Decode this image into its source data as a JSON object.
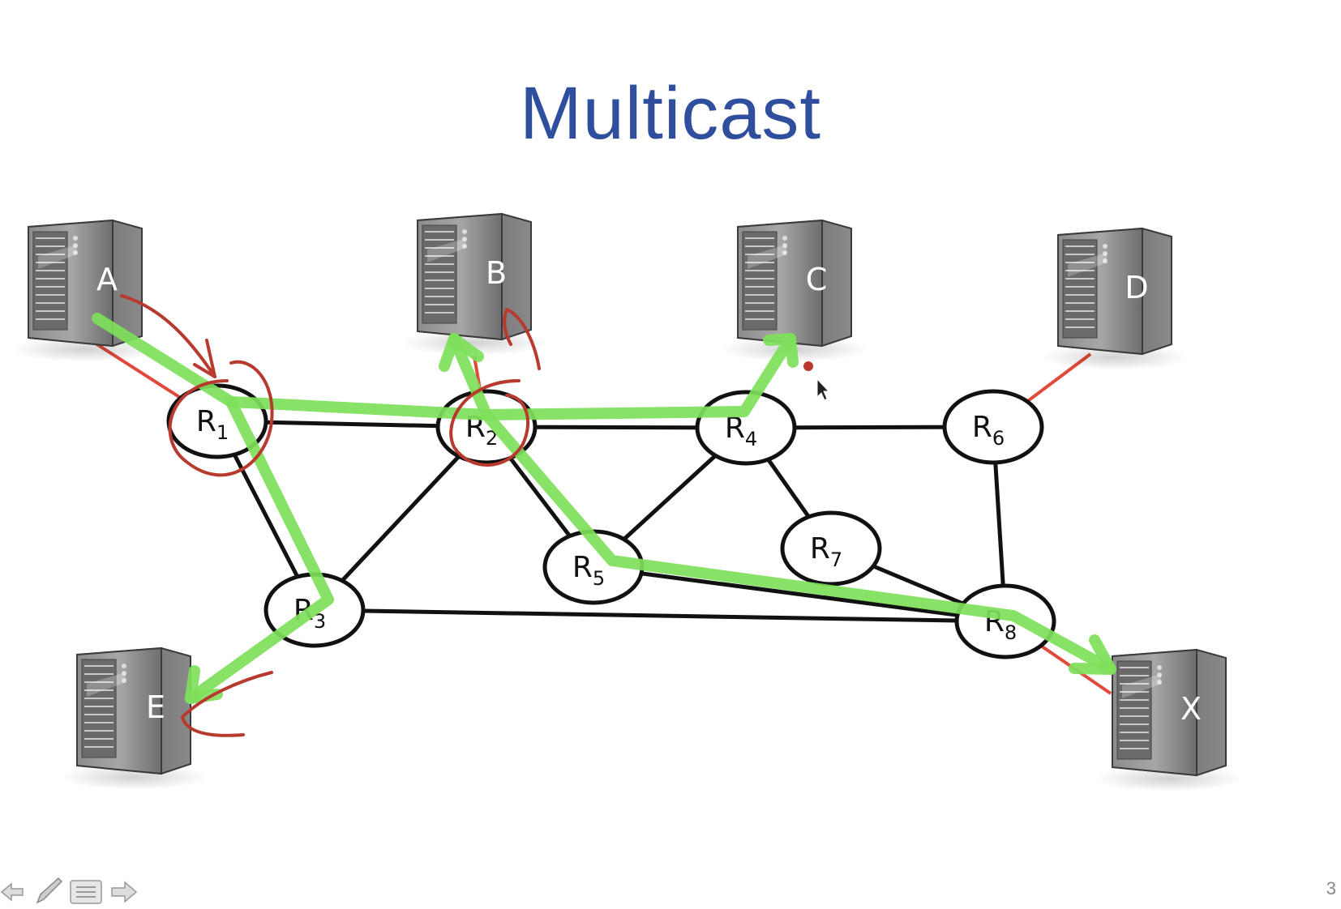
{
  "slide": {
    "title": "Multicast",
    "page_number": "3"
  },
  "routers": [
    {
      "id": "R1",
      "letter": "R",
      "sub": "1"
    },
    {
      "id": "R2",
      "letter": "R",
      "sub": "2"
    },
    {
      "id": "R3",
      "letter": "R",
      "sub": "3"
    },
    {
      "id": "R4",
      "letter": "R",
      "sub": "4"
    },
    {
      "id": "R5",
      "letter": "R",
      "sub": "5"
    },
    {
      "id": "R6",
      "letter": "R",
      "sub": "6"
    },
    {
      "id": "R7",
      "letter": "R",
      "sub": "7"
    },
    {
      "id": "R8",
      "letter": "R",
      "sub": "8"
    }
  ],
  "servers": [
    {
      "id": "A",
      "label": "A"
    },
    {
      "id": "B",
      "label": "B"
    },
    {
      "id": "C",
      "label": "C"
    },
    {
      "id": "D",
      "label": "D"
    },
    {
      "id": "E",
      "label": "E"
    },
    {
      "id": "X",
      "label": "X"
    }
  ],
  "links": [
    [
      "R1",
      "R2"
    ],
    [
      "R2",
      "R4"
    ],
    [
      "R4",
      "R6"
    ],
    [
      "R1",
      "R3"
    ],
    [
      "R3",
      "R2"
    ],
    [
      "R2",
      "R5"
    ],
    [
      "R5",
      "R4"
    ],
    [
      "R4",
      "R7"
    ],
    [
      "R7",
      "R8"
    ],
    [
      "R6",
      "R8"
    ],
    [
      "R3",
      "R8"
    ],
    [
      "R5",
      "R8"
    ]
  ],
  "access_links": [
    [
      "A",
      "R1"
    ],
    [
      "B",
      "R2"
    ],
    [
      "D",
      "R6"
    ],
    [
      "X",
      "R8"
    ]
  ],
  "colors": {
    "title": "#2f4f9e",
    "link": "#111111",
    "access_link": "#e04a3a",
    "multicast_path": "#7ee05a",
    "annotation": "#b83a2e"
  },
  "toolbar": {
    "buttons": [
      "previous-arrow-icon",
      "pen-icon",
      "menu-icon",
      "next-arrow-icon"
    ]
  }
}
